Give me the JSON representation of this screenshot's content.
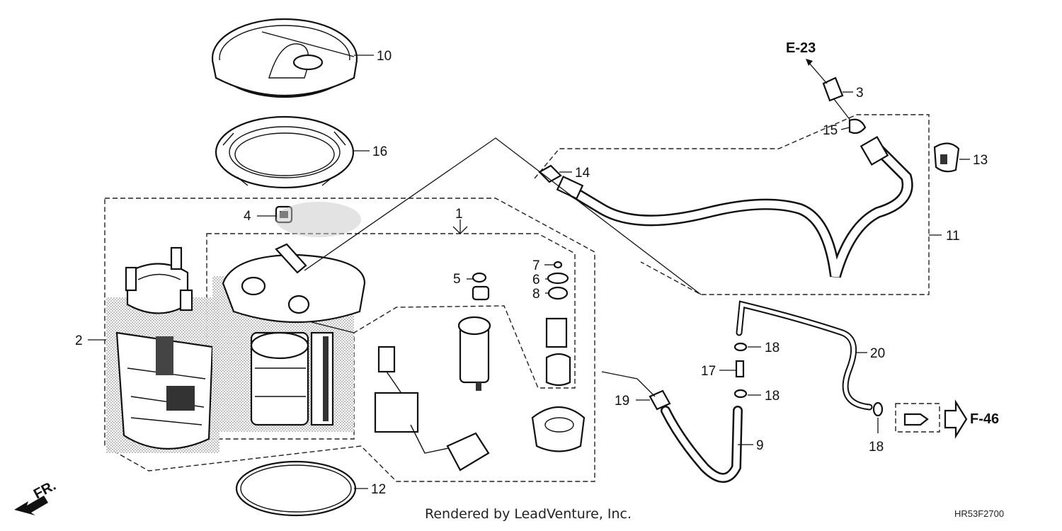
{
  "diagram": {
    "credit": "Rendered by LeadVenture, Inc.",
    "code": "HR53F2700",
    "direction": "FR.",
    "refs": {
      "e23": "E-23",
      "f46": "F-46"
    },
    "callouts": {
      "p1": "1",
      "p2": "2",
      "p3": "3",
      "p4": "4",
      "p5": "5",
      "p6": "6",
      "p7": "7",
      "p8": "8",
      "p9": "9",
      "p10": "10",
      "p11": "11",
      "p12": "12",
      "p13": "13",
      "p14": "14",
      "p15": "15",
      "p16": "16",
      "p17": "17",
      "p18a": "18",
      "p18b": "18",
      "p18c": "18",
      "p19": "19",
      "p20": "20"
    }
  }
}
